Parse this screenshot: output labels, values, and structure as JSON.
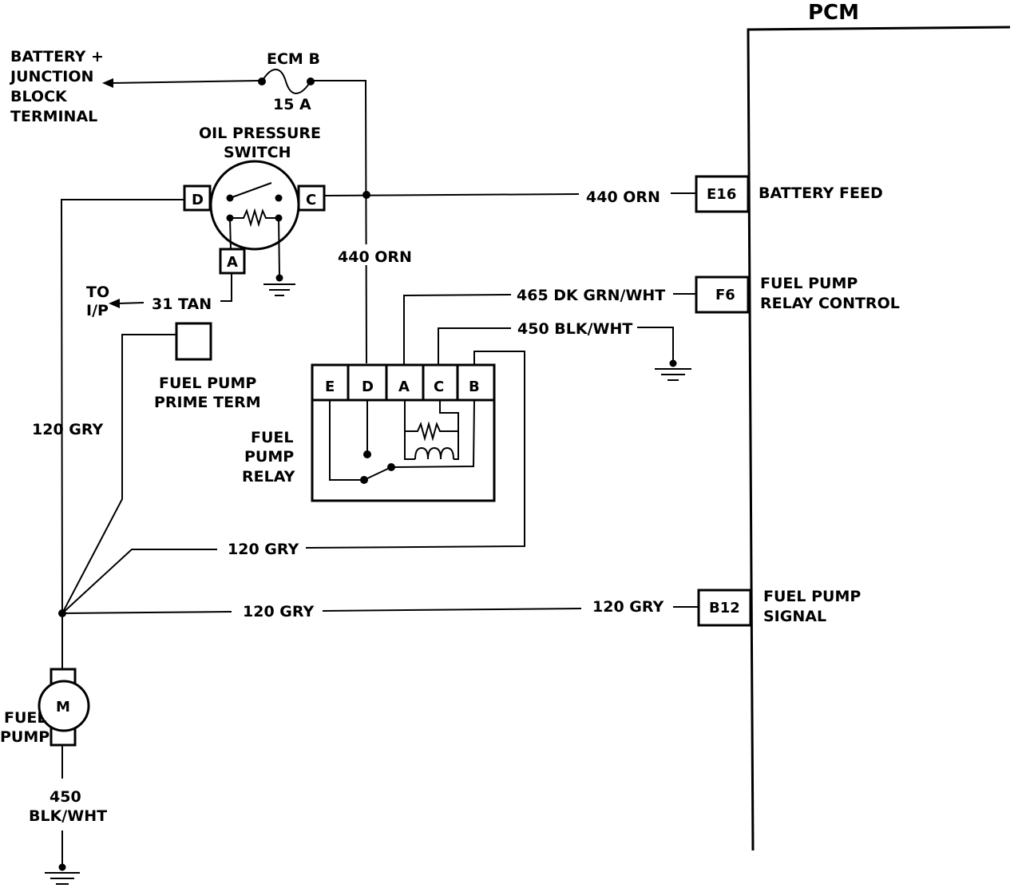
{
  "pcm": {
    "title": "PCM"
  },
  "battery": {
    "line1": "BATTERY +",
    "line2": "JUNCTION",
    "line3": "BLOCK",
    "line4": "TERMINAL"
  },
  "fuse": {
    "name": "ECM B",
    "rating": "15 A"
  },
  "oil_switch": {
    "line1": "OIL PRESSURE",
    "line2": "SWITCH",
    "pin_d": "D",
    "pin_c": "C",
    "pin_a": "A"
  },
  "to_ip": {
    "line1": "TO",
    "line2": "I/P",
    "wire": "31 TAN"
  },
  "prime": {
    "line1": "FUEL PUMP",
    "line2": "PRIME TERM"
  },
  "relay": {
    "line1": "FUEL",
    "line2": "PUMP",
    "line3": "RELAY",
    "pins": [
      "E",
      "D",
      "A",
      "C",
      "B"
    ]
  },
  "wires": {
    "orn_h": "440 ORN",
    "orn_v": "440 ORN",
    "grn": "465 DK GRN/WHT",
    "blk": "450 BLK/WHT",
    "gry_left": "120 GRY",
    "gry_mid": "120 GRY",
    "gry_low": "120 GRY",
    "gry_right": "120 GRY",
    "ground_1": "450",
    "ground_2": "BLK/WHT"
  },
  "pcm_pins": [
    {
      "id": "E16",
      "desc1": "BATTERY FEED",
      "desc2": ""
    },
    {
      "id": "F6",
      "desc1": "FUEL PUMP",
      "desc2": "RELAY CONTROL"
    },
    {
      "id": "B12",
      "desc1": "FUEL PUMP",
      "desc2": "SIGNAL"
    }
  ],
  "pump": {
    "symbol": "M",
    "line1": "FUEL",
    "line2": "PUMP"
  }
}
